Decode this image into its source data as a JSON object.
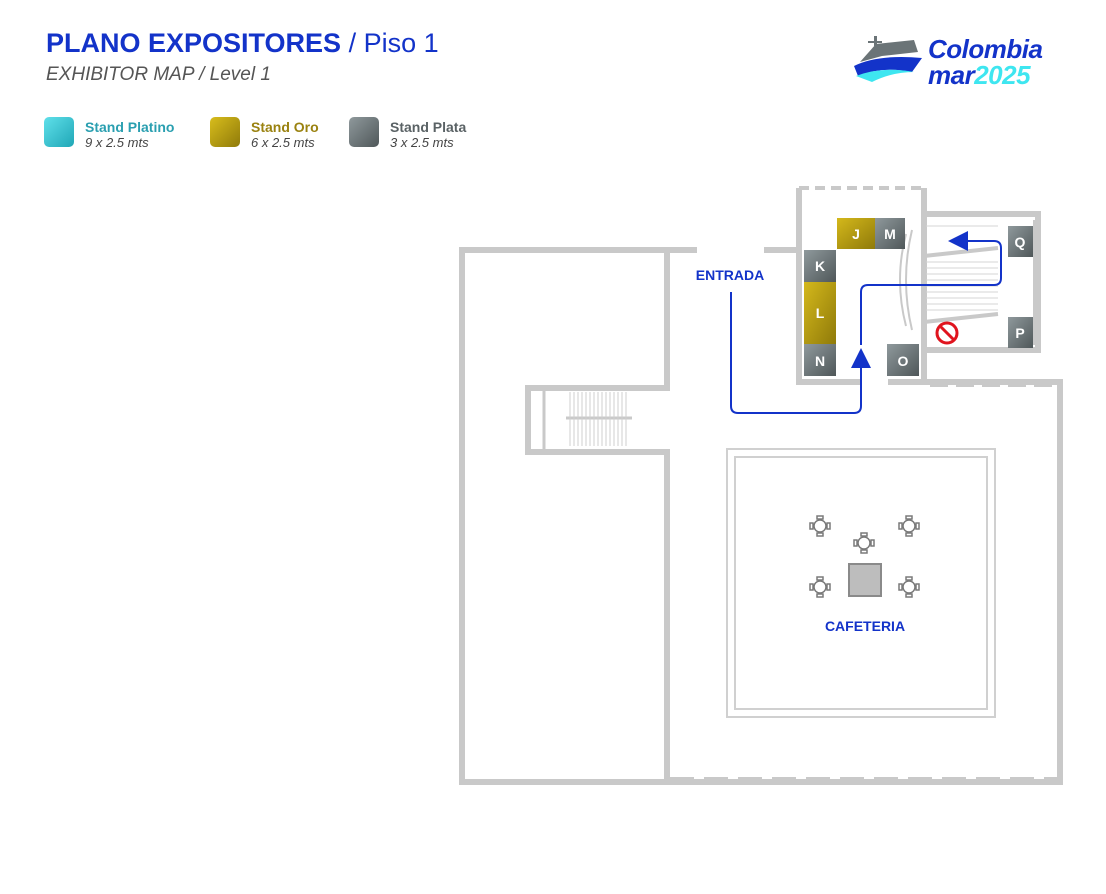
{
  "header": {
    "title_bold": "PLANO EXPOSITORES",
    "title_rest": " / Piso 1",
    "subtitle": "EXHIBITOR MAP / Level 1"
  },
  "logo": {
    "line1": "Colombia",
    "line2_word": "mar",
    "line2_year": "2025"
  },
  "legend": [
    {
      "name": "Stand Platino",
      "size": "9 x 2.5 mts",
      "color": "#33c3d0",
      "text_color": "#2a9fb0"
    },
    {
      "name": "Stand Oro",
      "size": "6 x 2.5 mts",
      "color": "#b59a12",
      "text_color": "#9a8210"
    },
    {
      "name": "Stand Plata",
      "size": "3 x 2.5 mts",
      "color": "#6b7477",
      "text_color": "#5a6265"
    }
  ],
  "booths": [
    {
      "id": "J",
      "type": "oro"
    },
    {
      "id": "M",
      "type": "plata"
    },
    {
      "id": "K",
      "type": "plata"
    },
    {
      "id": "L",
      "type": "oro"
    },
    {
      "id": "N",
      "type": "plata"
    },
    {
      "id": "O",
      "type": "plata"
    },
    {
      "id": "Q",
      "type": "plata"
    },
    {
      "id": "P",
      "type": "plata"
    }
  ],
  "labels": {
    "entrance": "ENTRADA",
    "cafeteria": "CAFETERIA"
  },
  "icons": {
    "no_entry": "no-entry-icon",
    "route_arrow": "route-arrow-icon",
    "table": "table-icon"
  }
}
